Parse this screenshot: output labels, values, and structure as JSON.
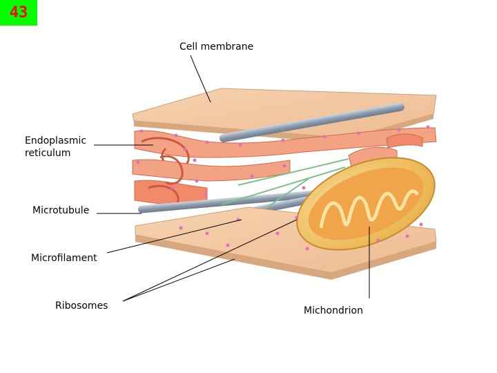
{
  "slide": {
    "number": "43"
  },
  "labels": {
    "cell_membrane": "Cell membrane",
    "endoplasmic_reticulum_line1": "Endoplasmic",
    "endoplasmic_reticulum_line2": "reticulum",
    "microtubule": "Microtubule",
    "microfilament": "Microfilament",
    "ribosomes": "Ribosomes",
    "mitochondrion": "Michondrion"
  },
  "colors": {
    "slide_badge_bg": "#00ff00",
    "slide_badge_text": "#ff0000",
    "membrane": "#f2c7a0",
    "er": "#f08a6a",
    "microtubule": "#9aa8b8",
    "microfilament": "#7fc08a",
    "ribosome": "#e070b8",
    "mitochondrion": "#f2c060"
  }
}
